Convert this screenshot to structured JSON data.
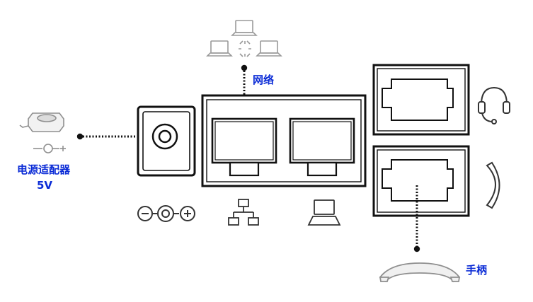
{
  "labels": {
    "network": "网络",
    "power_adapter_line1": "电源适配器",
    "power_adapter_line2": "5V",
    "handset": "手柄"
  },
  "colors": {
    "label": "#0a2bd6",
    "stroke": "#222222",
    "icon_gray": "#9a9a9a"
  },
  "icons": [
    "power-adapter-icon",
    "dc-plug-icon",
    "network-computers-icon",
    "polarity-icon",
    "lan-icon",
    "pc-icon",
    "headset-icon",
    "handset-receiver-icon",
    "handset-icon"
  ]
}
